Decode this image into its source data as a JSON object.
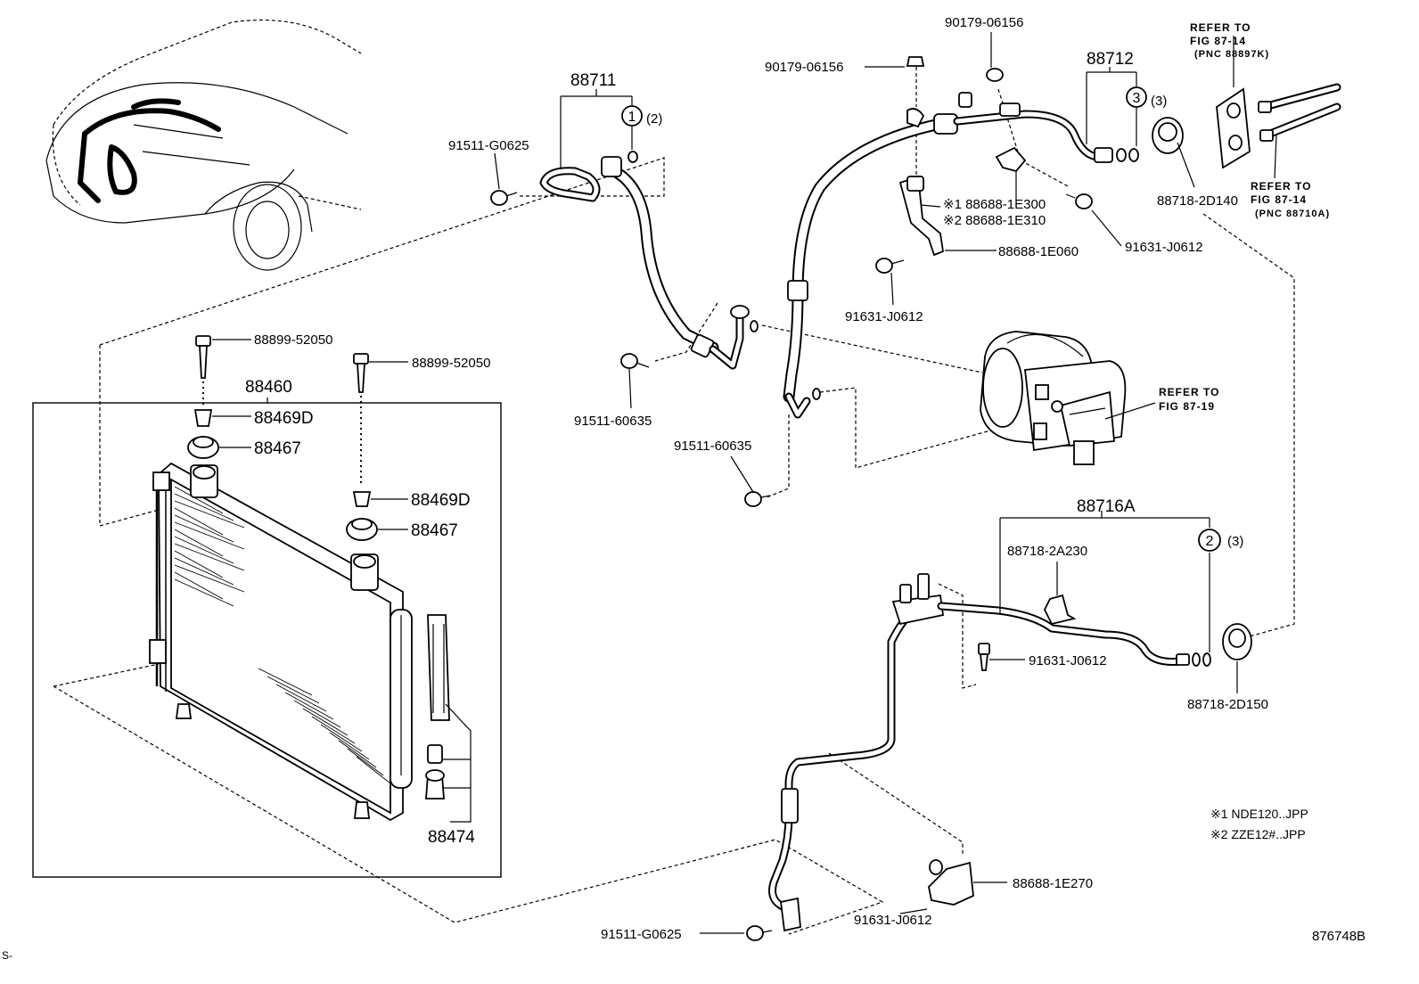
{
  "labels": {
    "l_88711": "88711",
    "l_c1": "1",
    "l_c1q": "(2)",
    "l_91511g0625_top": "91511-G0625",
    "l_90179_top": "90179-06156",
    "l_90179_left": "90179-06156",
    "l_88712": "88712",
    "l_c3": "3",
    "l_c3q": "(3)",
    "l_ref1_a": "REFER TO",
    "l_ref1_b": "FIG 87-14",
    "l_ref1_c": "(PNC 88897K)",
    "l_ref2_a": "REFER TO",
    "l_ref2_b": "FIG 87-14",
    "l_ref2_c": "(PNC 88710A)",
    "l_88718_2d140": "88718-2D140",
    "l_88688_1e300": "※1 88688-1E300",
    "l_88688_1e310": "※2 88688-1E310",
    "l_88688_1e060": "88688-1E060",
    "l_91631_a": "91631-J0612",
    "l_91631_b": "91631-J0612",
    "l_ref3_a": "REFER TO",
    "l_ref3_b": "FIG 87-19",
    "l_91511_60635_a": "91511-60635",
    "l_91511_60635_b": "91511-60635",
    "l_88899_a": "88899-52050",
    "l_88899_b": "88899-52050",
    "l_88460": "88460",
    "l_88469d_a": "88469D",
    "l_88467_a": "88467",
    "l_88469d_b": "88469D",
    "l_88467_b": "88467",
    "l_88474": "88474",
    "l_88716a": "88716A",
    "l_c2": "2",
    "l_c2q": "(3)",
    "l_88718_2a230": "88718-2A230",
    "l_91631_c": "91631-J0612",
    "l_88718_2d150": "88718-2D150",
    "l_note1": "※1 NDE120..JPP",
    "l_note2": "※2 ZZE12#..JPP",
    "l_88688_1e270": "88688-1E270",
    "l_91631_d": "91631-J0612",
    "l_91511g0625_bot": "91511-G0625",
    "l_code": "876748B",
    "l_s": "S-"
  }
}
